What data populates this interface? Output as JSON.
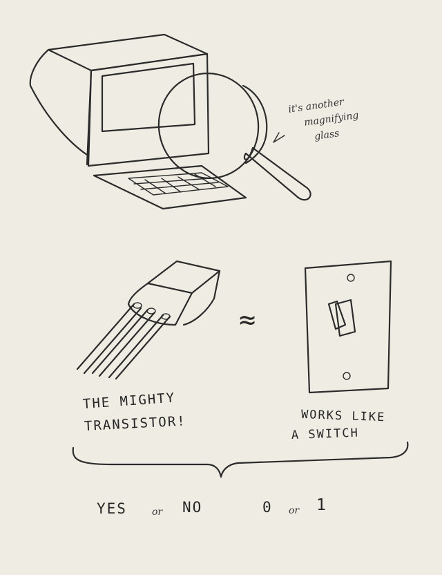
{
  "note": {
    "line1": "it's another",
    "line2": "magnifying",
    "line3": "glass"
  },
  "symbols": {
    "approx": "≈"
  },
  "labels": {
    "transistor_line1": "THE MIGHTY",
    "transistor_line2": "TRANSISTOR!",
    "switch_line1": "WORKS LIKE",
    "switch_line2": "A SWITCH"
  },
  "bottom": {
    "yes": "YES",
    "or_word": "or",
    "no": "NO",
    "zero": "0",
    "one": "1"
  }
}
